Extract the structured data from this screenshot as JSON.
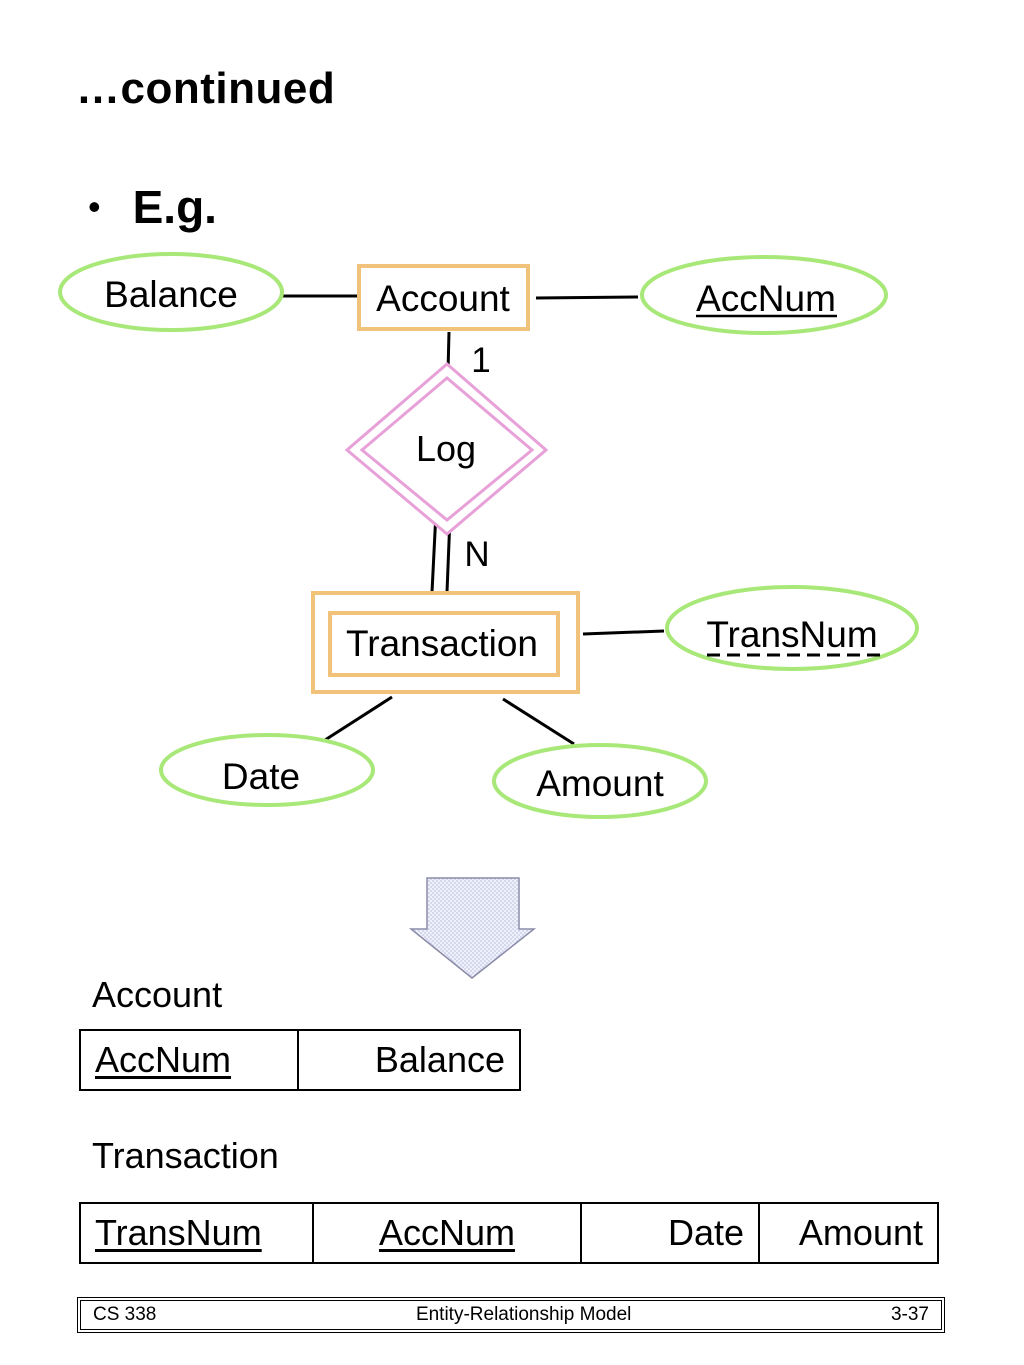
{
  "slide": {
    "title": "…continued",
    "bullet": "E.g."
  },
  "er_diagram": {
    "entities": {
      "account": "Account",
      "transaction": "Transaction"
    },
    "relationship": "Log",
    "attributes": {
      "balance": "Balance",
      "accnum": "AccNum",
      "transnum": "TransNum",
      "date": "Date",
      "amount": "Amount"
    },
    "cardinality": {
      "account_side": "1",
      "transaction_side": "N"
    },
    "colors": {
      "entity_border": "#f0c27a",
      "attribute_border": "#a8e878",
      "relationship_border": "#e8a0d8",
      "arrow_fill": "#dcdcf4",
      "arrow_border": "#8c8ca8"
    }
  },
  "schema": {
    "account": {
      "name": "Account",
      "columns": [
        "AccNum",
        "Balance"
      ]
    },
    "transaction": {
      "name": "Transaction",
      "columns": [
        "TransNum",
        "AccNum",
        "Date",
        "Amount"
      ]
    }
  },
  "footer": {
    "course": "CS 338",
    "topic": "Entity-Relationship Model",
    "page": "3-37"
  }
}
